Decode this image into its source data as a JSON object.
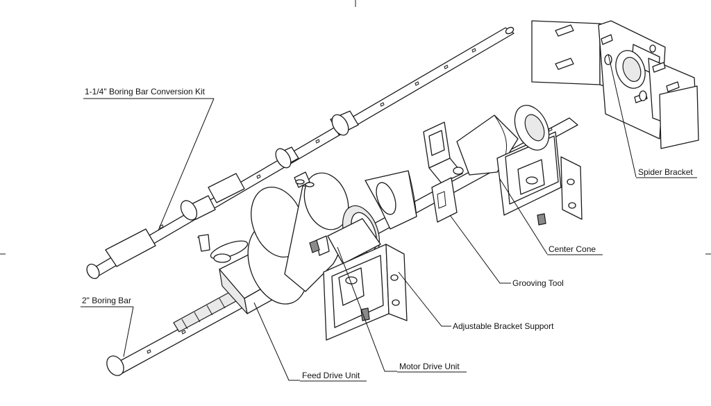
{
  "labels": {
    "conversion_kit": "1-1/4\" Boring Bar Conversion Kit",
    "spider_bracket": "Spider Bracket",
    "center_cone": "Center Cone",
    "grooving_tool": "Grooving Tool",
    "adjustable_bracket_support": "Adjustable Bracket Support",
    "boring_bar_2in": "2\" Boring Bar",
    "motor_drive_unit": "Motor Drive Unit",
    "feed_drive_unit": "Feed Drive Unit"
  }
}
